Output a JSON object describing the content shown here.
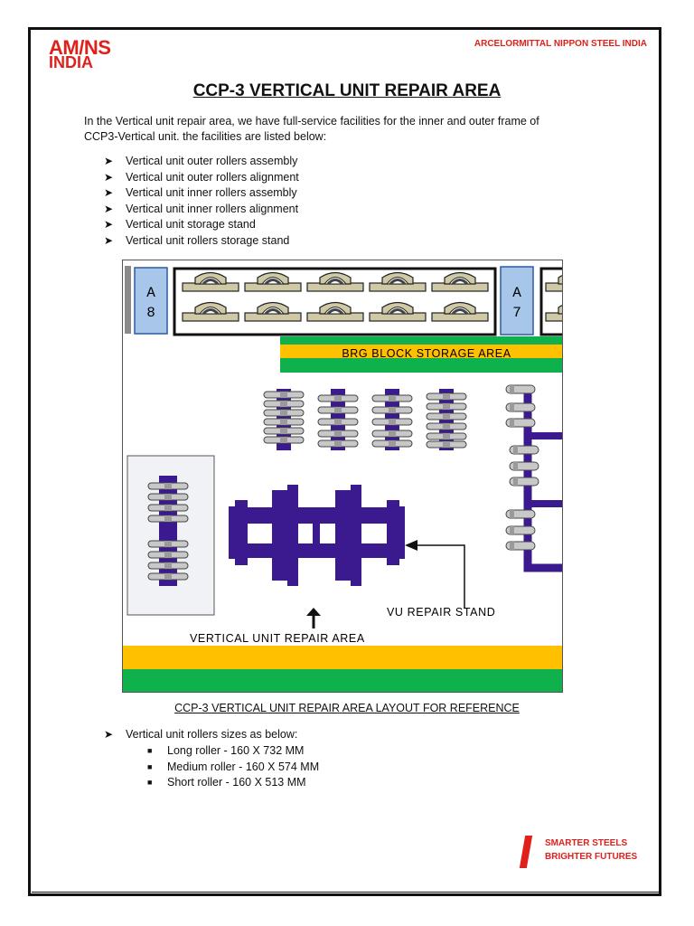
{
  "header": {
    "logo_line1": "AM/NS",
    "logo_line2": "INDIA",
    "company": "ARCELORMITTAL NIPPON STEEL INDIA"
  },
  "title": "CCP-3 VERTICAL UNIT REPAIR AREA",
  "intro_line1": "In the Vertical unit repair area, we have full-service facilities for the inner and outer frame of",
  "intro_line2": "CCP3-Vertical unit. the facilities are listed below:",
  "facilities": [
    "Vertical unit outer rollers assembly",
    "Vertical unit outer rollers alignment",
    "Vertical unit inner rollers assembly",
    "Vertical unit inner rollers alignment",
    "Vertical unit storage stand",
    "Vertical unit rollers storage stand"
  ],
  "figure": {
    "label_a8_1": "A",
    "label_a8_2": "8",
    "label_a7_1": "A",
    "label_a7_2": "7",
    "brg_label": "BRG BLOCK STORAGE AREA",
    "vu_stand_label": "VU REPAIR STAND",
    "vu_area_label": "VERTICAL UNIT REPAIR AREA",
    "colors": {
      "green": "#0fb14d",
      "yellow": "#ffc000",
      "purple": "#3b1a8f",
      "blue": "#a8c6ea"
    }
  },
  "caption": "CCP-3 VERTICAL UNIT REPAIR AREA LAYOUT FOR REFERENCE",
  "sizes_heading": "Vertical unit rollers sizes as below:",
  "sizes": [
    "Long roller - 160 X 732 MM",
    "Medium roller - 160 X 574 MM",
    "Short roller - 160 X 513 MM"
  ],
  "footer": {
    "tag1": "SMARTER STEELS",
    "tag2": "BRIGHTER FUTURES"
  }
}
